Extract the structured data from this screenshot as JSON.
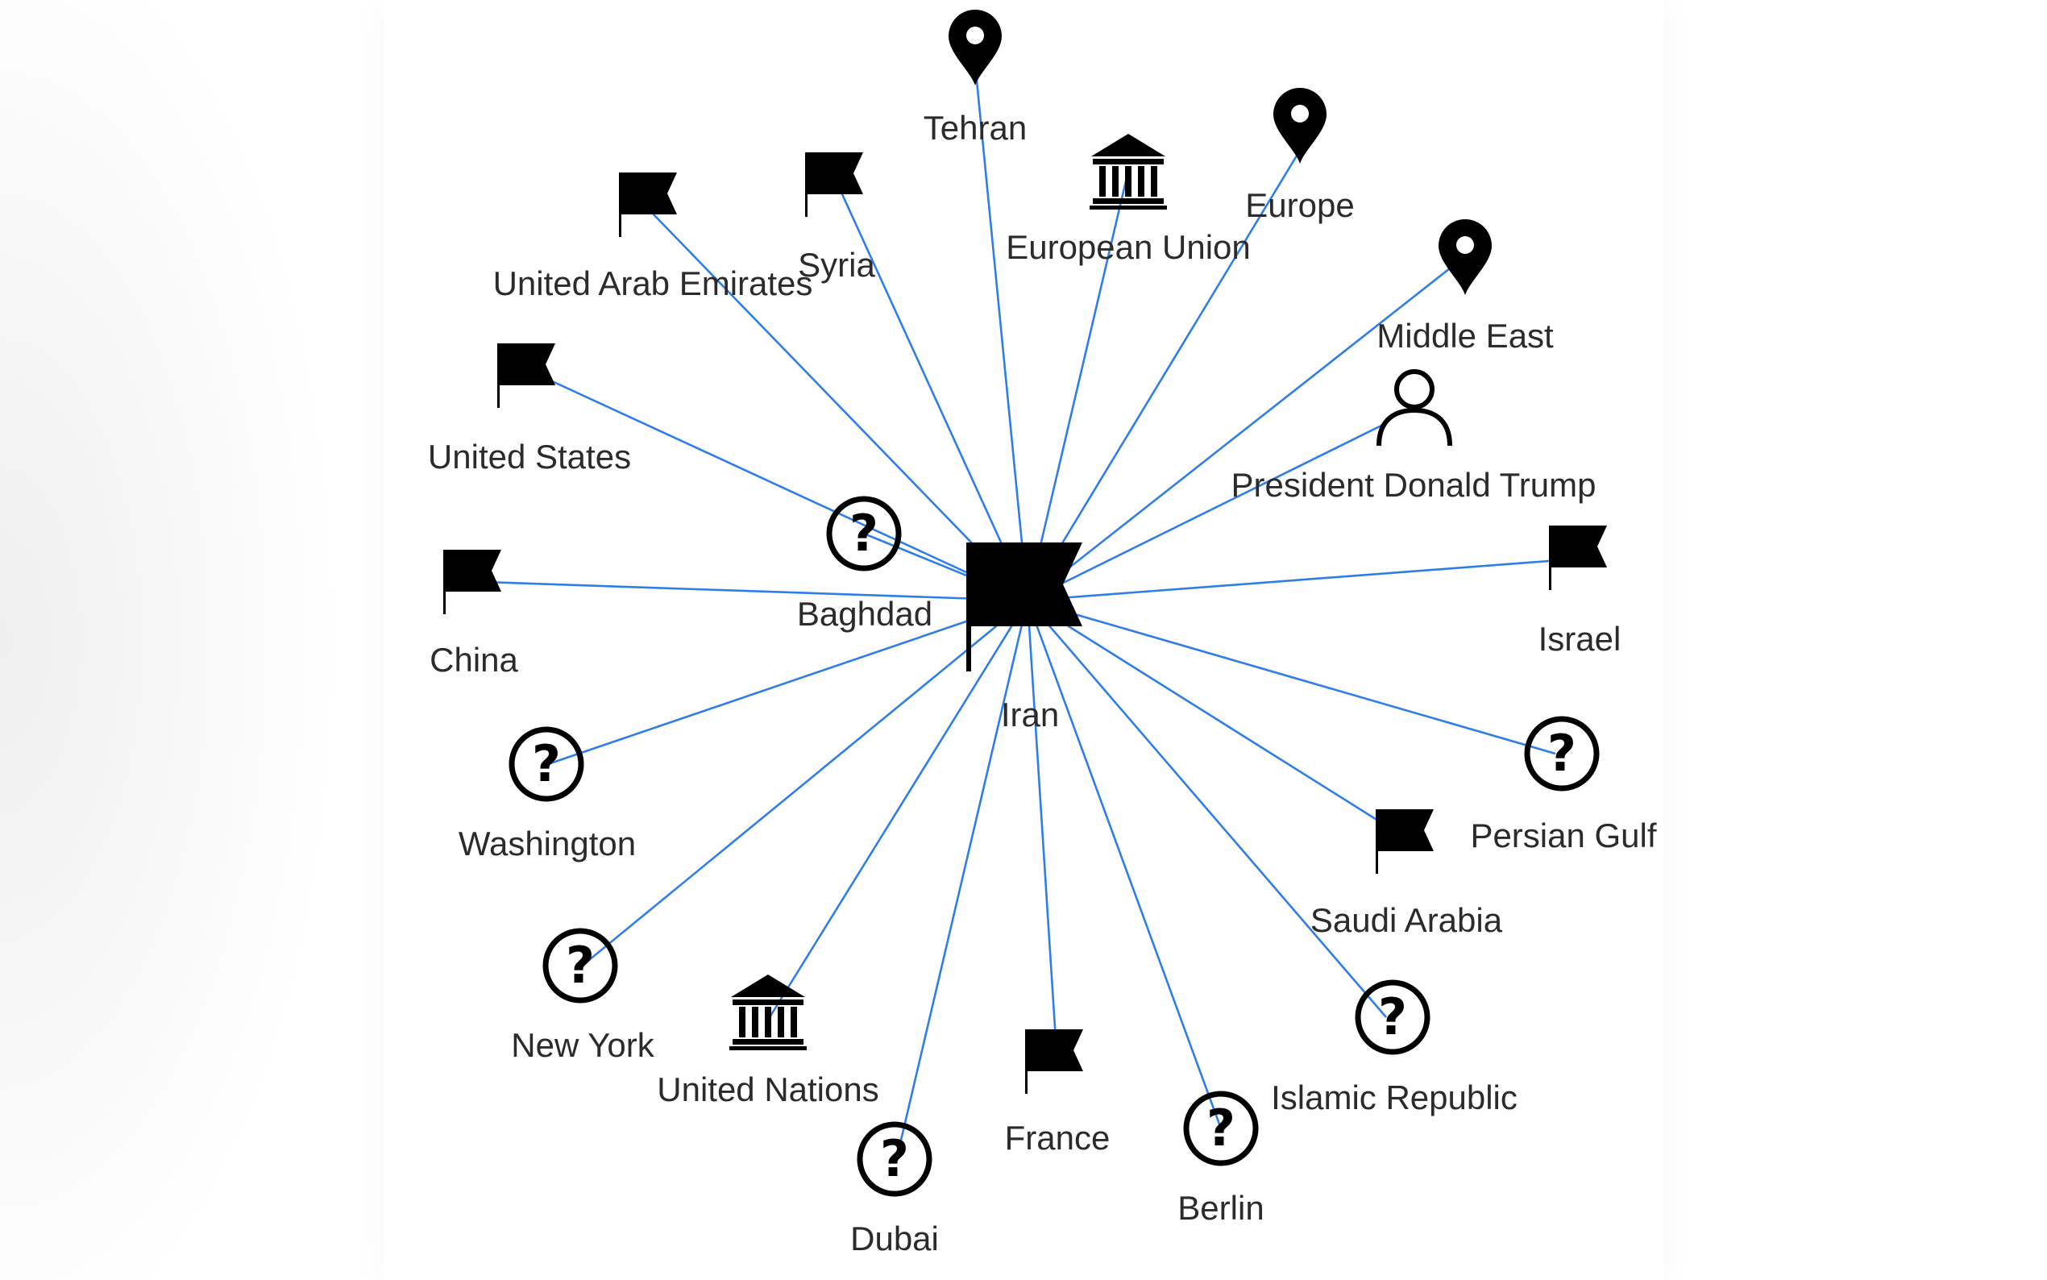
{
  "graph": {
    "center": {
      "id": "iran",
      "label": "Iran",
      "icon": "flag-icon"
    },
    "nodes": [
      {
        "id": "tehran",
        "label": "Tehran",
        "icon": "location-pin-icon"
      },
      {
        "id": "europe",
        "label": "Europe",
        "icon": "location-pin-icon"
      },
      {
        "id": "european-union",
        "label": "European Union",
        "icon": "institution-icon"
      },
      {
        "id": "syria",
        "label": "Syria",
        "icon": "flag-icon"
      },
      {
        "id": "united-arab-emirates",
        "label": "United Arab Emirates",
        "icon": "flag-icon"
      },
      {
        "id": "middle-east",
        "label": "Middle East",
        "icon": "location-pin-icon"
      },
      {
        "id": "united-states",
        "label": "United States",
        "icon": "flag-icon"
      },
      {
        "id": "president-donald-trump",
        "label": "President Donald Trump",
        "icon": "person-icon"
      },
      {
        "id": "baghdad",
        "label": "Baghdad",
        "icon": "unknown-icon"
      },
      {
        "id": "china",
        "label": "China",
        "icon": "flag-icon"
      },
      {
        "id": "israel",
        "label": "Israel",
        "icon": "flag-icon"
      },
      {
        "id": "washington",
        "label": "Washington",
        "icon": "unknown-icon"
      },
      {
        "id": "persian-gulf",
        "label": "Persian Gulf",
        "icon": "unknown-icon"
      },
      {
        "id": "saudi-arabia",
        "label": "Saudi Arabia",
        "icon": "flag-icon"
      },
      {
        "id": "new-york",
        "label": "New York",
        "icon": "unknown-icon"
      },
      {
        "id": "united-nations",
        "label": "United Nations",
        "icon": "institution-icon"
      },
      {
        "id": "islamic-republic",
        "label": "Islamic Republic",
        "icon": "unknown-icon"
      },
      {
        "id": "france",
        "label": "France",
        "icon": "flag-icon"
      },
      {
        "id": "berlin",
        "label": "Berlin",
        "icon": "unknown-icon"
      },
      {
        "id": "dubai",
        "label": "Dubai",
        "icon": "unknown-icon"
      }
    ],
    "edges": [
      [
        "iran",
        "tehran"
      ],
      [
        "iran",
        "europe"
      ],
      [
        "iran",
        "european-union"
      ],
      [
        "iran",
        "syria"
      ],
      [
        "iran",
        "united-arab-emirates"
      ],
      [
        "iran",
        "middle-east"
      ],
      [
        "iran",
        "united-states"
      ],
      [
        "iran",
        "president-donald-trump"
      ],
      [
        "iran",
        "baghdad"
      ],
      [
        "iran",
        "china"
      ],
      [
        "iran",
        "israel"
      ],
      [
        "iran",
        "washington"
      ],
      [
        "iran",
        "persian-gulf"
      ],
      [
        "iran",
        "saudi-arabia"
      ],
      [
        "iran",
        "new-york"
      ],
      [
        "iran",
        "united-nations"
      ],
      [
        "iran",
        "islamic-republic"
      ],
      [
        "iran",
        "france"
      ],
      [
        "iran",
        "berlin"
      ],
      [
        "iran",
        "dubai"
      ]
    ],
    "colors": {
      "edge": "#2f7ee8",
      "icon": "#000000",
      "label": "#2b2b2b"
    }
  }
}
